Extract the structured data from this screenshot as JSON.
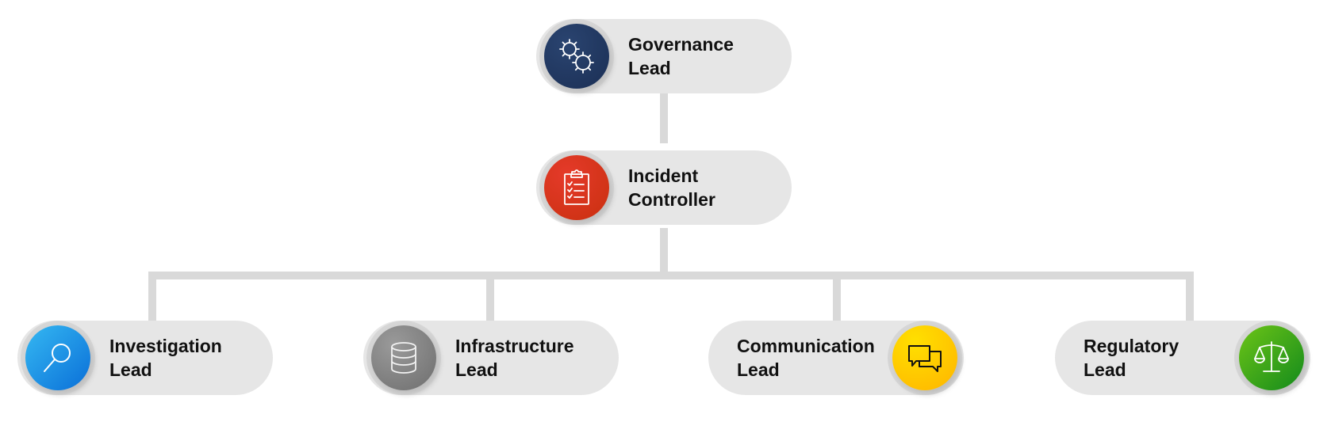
{
  "diagram": {
    "type": "org-chart",
    "nodes": [
      {
        "id": "governance",
        "line1": "Governance",
        "line2": "Lead",
        "icon": "gears-icon",
        "color": "#1f3864"
      },
      {
        "id": "incident",
        "line1": "Incident",
        "line2": "Controller",
        "icon": "clipboard-checklist-icon",
        "color": "#d9301b"
      },
      {
        "id": "investigation",
        "line1": "Investigation",
        "line2": "Lead",
        "icon": "magnifier-icon",
        "color": "#1a8ae6"
      },
      {
        "id": "infrastructure",
        "line1": "Infrastructure",
        "line2": "Lead",
        "icon": "database-icon",
        "color": "#808080"
      },
      {
        "id": "communication",
        "line1": "Communication",
        "line2": "Lead",
        "icon": "chat-bubbles-icon",
        "color": "#ffc800"
      },
      {
        "id": "regulatory",
        "line1": "Regulatory",
        "line2": "Lead",
        "icon": "scales-icon",
        "color": "#2e9a1e"
      }
    ],
    "edges": [
      [
        "governance",
        "incident"
      ],
      [
        "incident",
        "investigation"
      ],
      [
        "incident",
        "infrastructure"
      ],
      [
        "incident",
        "communication"
      ],
      [
        "incident",
        "regulatory"
      ]
    ]
  }
}
